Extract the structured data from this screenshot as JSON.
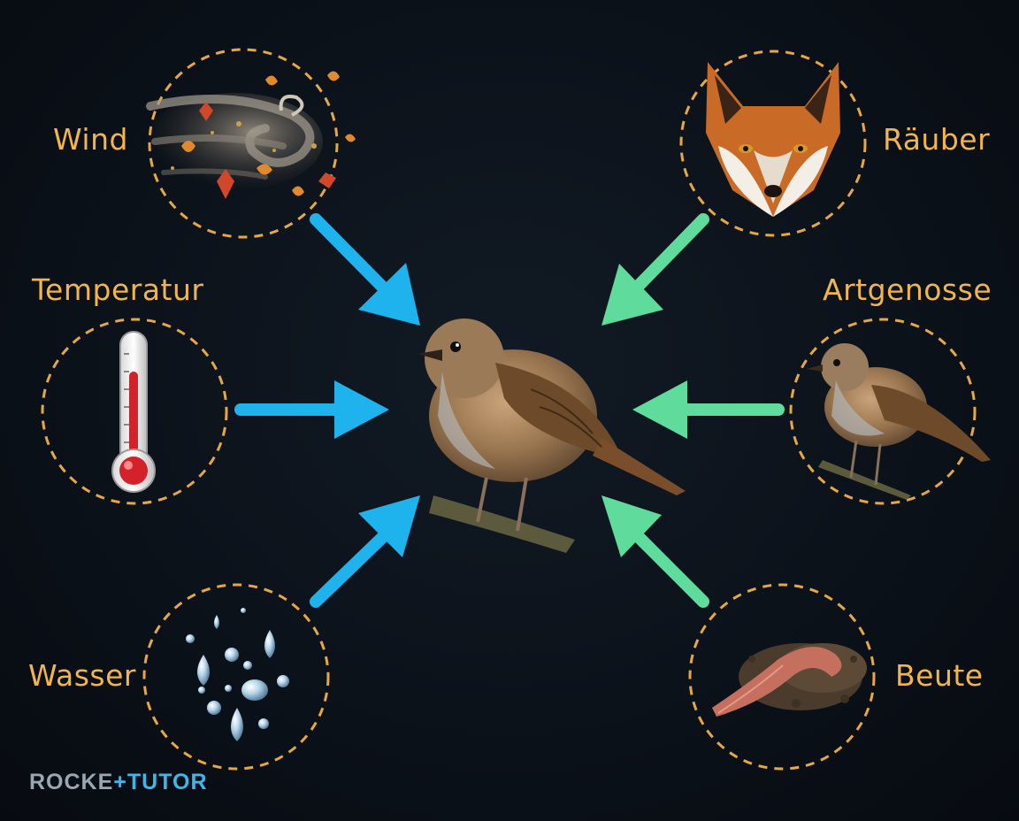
{
  "labels": {
    "wind": "Wind",
    "temperature": "Temperatur",
    "water": "Wasser",
    "predator": "Räuber",
    "conspecific": "Artgenosse",
    "prey": "Beute"
  },
  "brand": {
    "part1": "ROCKE",
    "part2": "+TUTOR"
  },
  "colors": {
    "abiotic_arrow": "#1fb3ee",
    "biotic_arrow": "#5fdc9c",
    "label": "#f2b54a",
    "circle_dash": "#e7a83f",
    "background": "#0b1119"
  }
}
